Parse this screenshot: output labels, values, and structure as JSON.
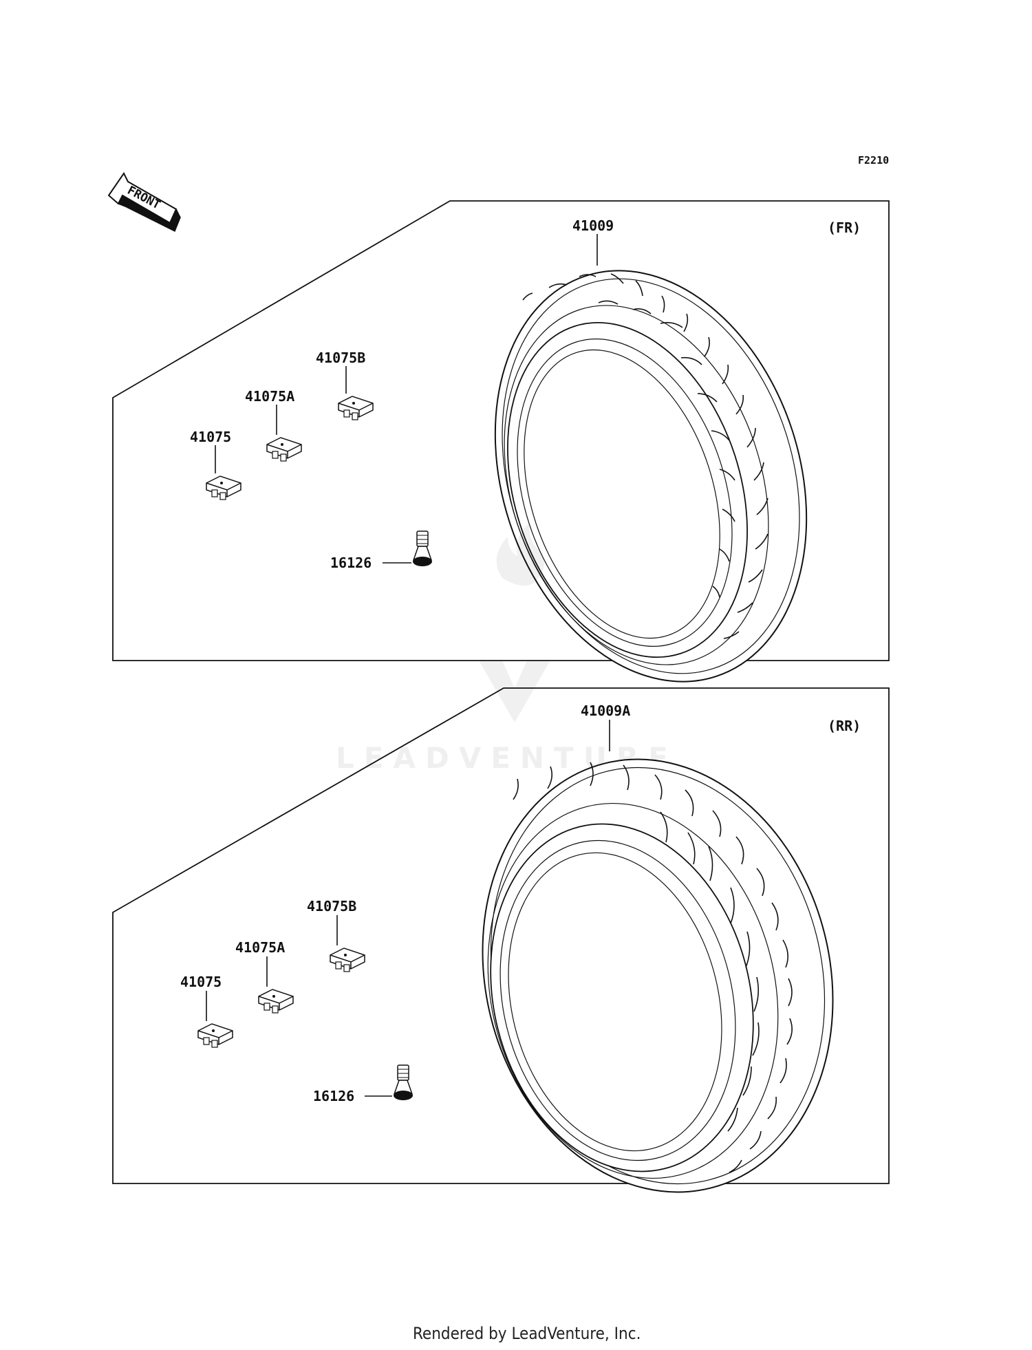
{
  "figure_code": "F2210",
  "front_label": "FRONT",
  "footer_text": "Rendered by LeadVenture, Inc.",
  "watermark_text": "LEADVENTURE",
  "panels": [
    {
      "position_label": "(FR)",
      "tire_part": "41009",
      "weight_parts": [
        "41075B",
        "41075A",
        "41075"
      ],
      "valve_part": "16126"
    },
    {
      "position_label": "(RR)",
      "tire_part": "41009A",
      "weight_parts": [
        "41075B",
        "41075A",
        "41075"
      ],
      "valve_part": "16126"
    }
  ]
}
